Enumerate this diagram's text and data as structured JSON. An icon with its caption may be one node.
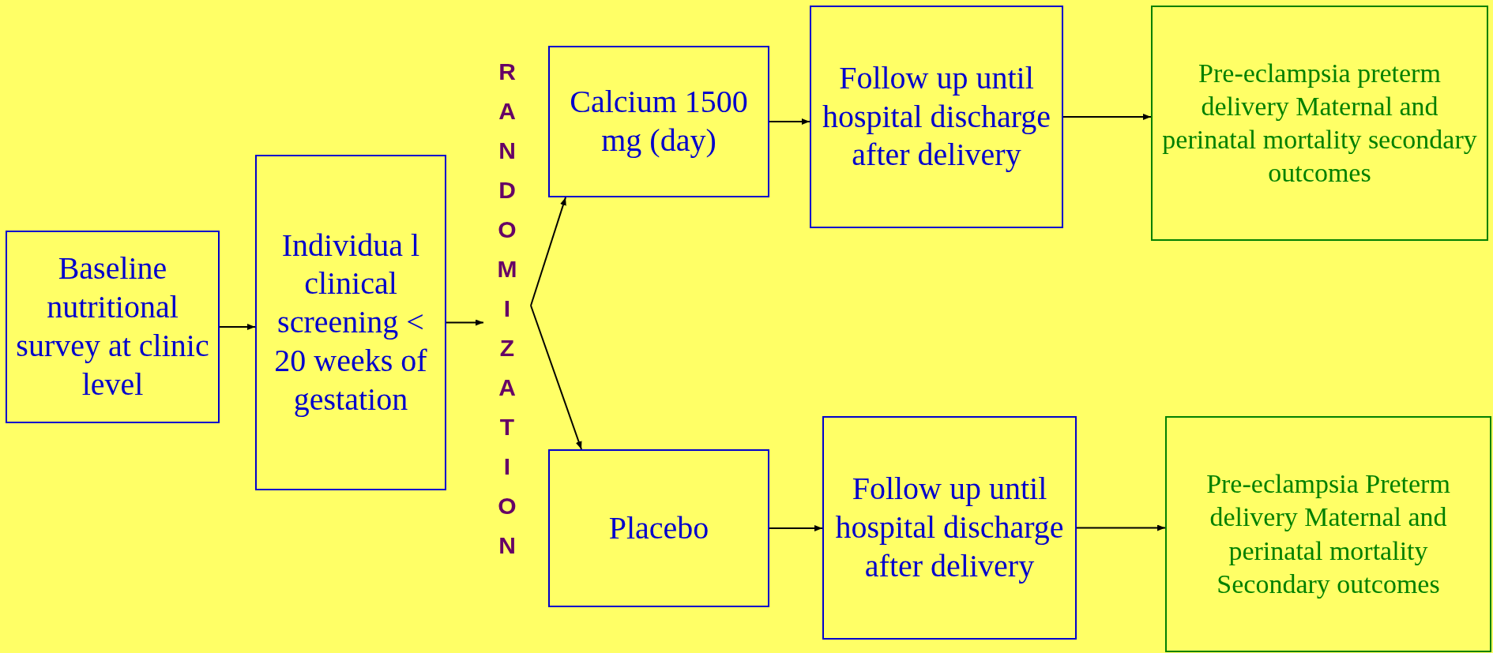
{
  "diagram": {
    "nodes": [
      {
        "text": [
          "Baseline nutritional survey at clinic level"
        ]
      },
      {
        "text": [
          "Individua l clinical screening < 20 weeks of gestation"
        ]
      },
      {
        "text": [
          "RANDOMIZATION"
        ]
      },
      {
        "text": [
          "Calcium 1500 mg (day)"
        ]
      },
      {
        "text": [
          "Follow up until hospital discharge after delivery"
        ]
      },
      {
        "text": [
          "Pre-eclampsia preterm delivery Maternal and perinatal mortality secondary outcomes"
        ]
      },
      {
        "text": [
          "Placebo"
        ]
      },
      {
        "text": [
          "Follow up until hospital discharge after delivery"
        ]
      },
      {
        "text": [
          "Pre-eclampsia Preterm delivery Maternal and perinatal mortality Secondary outcomes"
        ]
      }
    ],
    "edges": [
      {
        "from": 0,
        "to": 1,
        "arrow": "to"
      },
      {
        "from": 1,
        "to": 2,
        "arrow": "to"
      },
      {
        "from": 2,
        "to": 3,
        "arrow": "to"
      },
      {
        "from": 2,
        "to": 6,
        "arrow": "to"
      },
      {
        "from": 3,
        "to": 4,
        "arrow": "to"
      },
      {
        "from": 4,
        "to": 5,
        "arrow": "to"
      },
      {
        "from": 6,
        "to": 7,
        "arrow": "to"
      },
      {
        "from": 7,
        "to": 8,
        "arrow": "to"
      }
    ]
  }
}
